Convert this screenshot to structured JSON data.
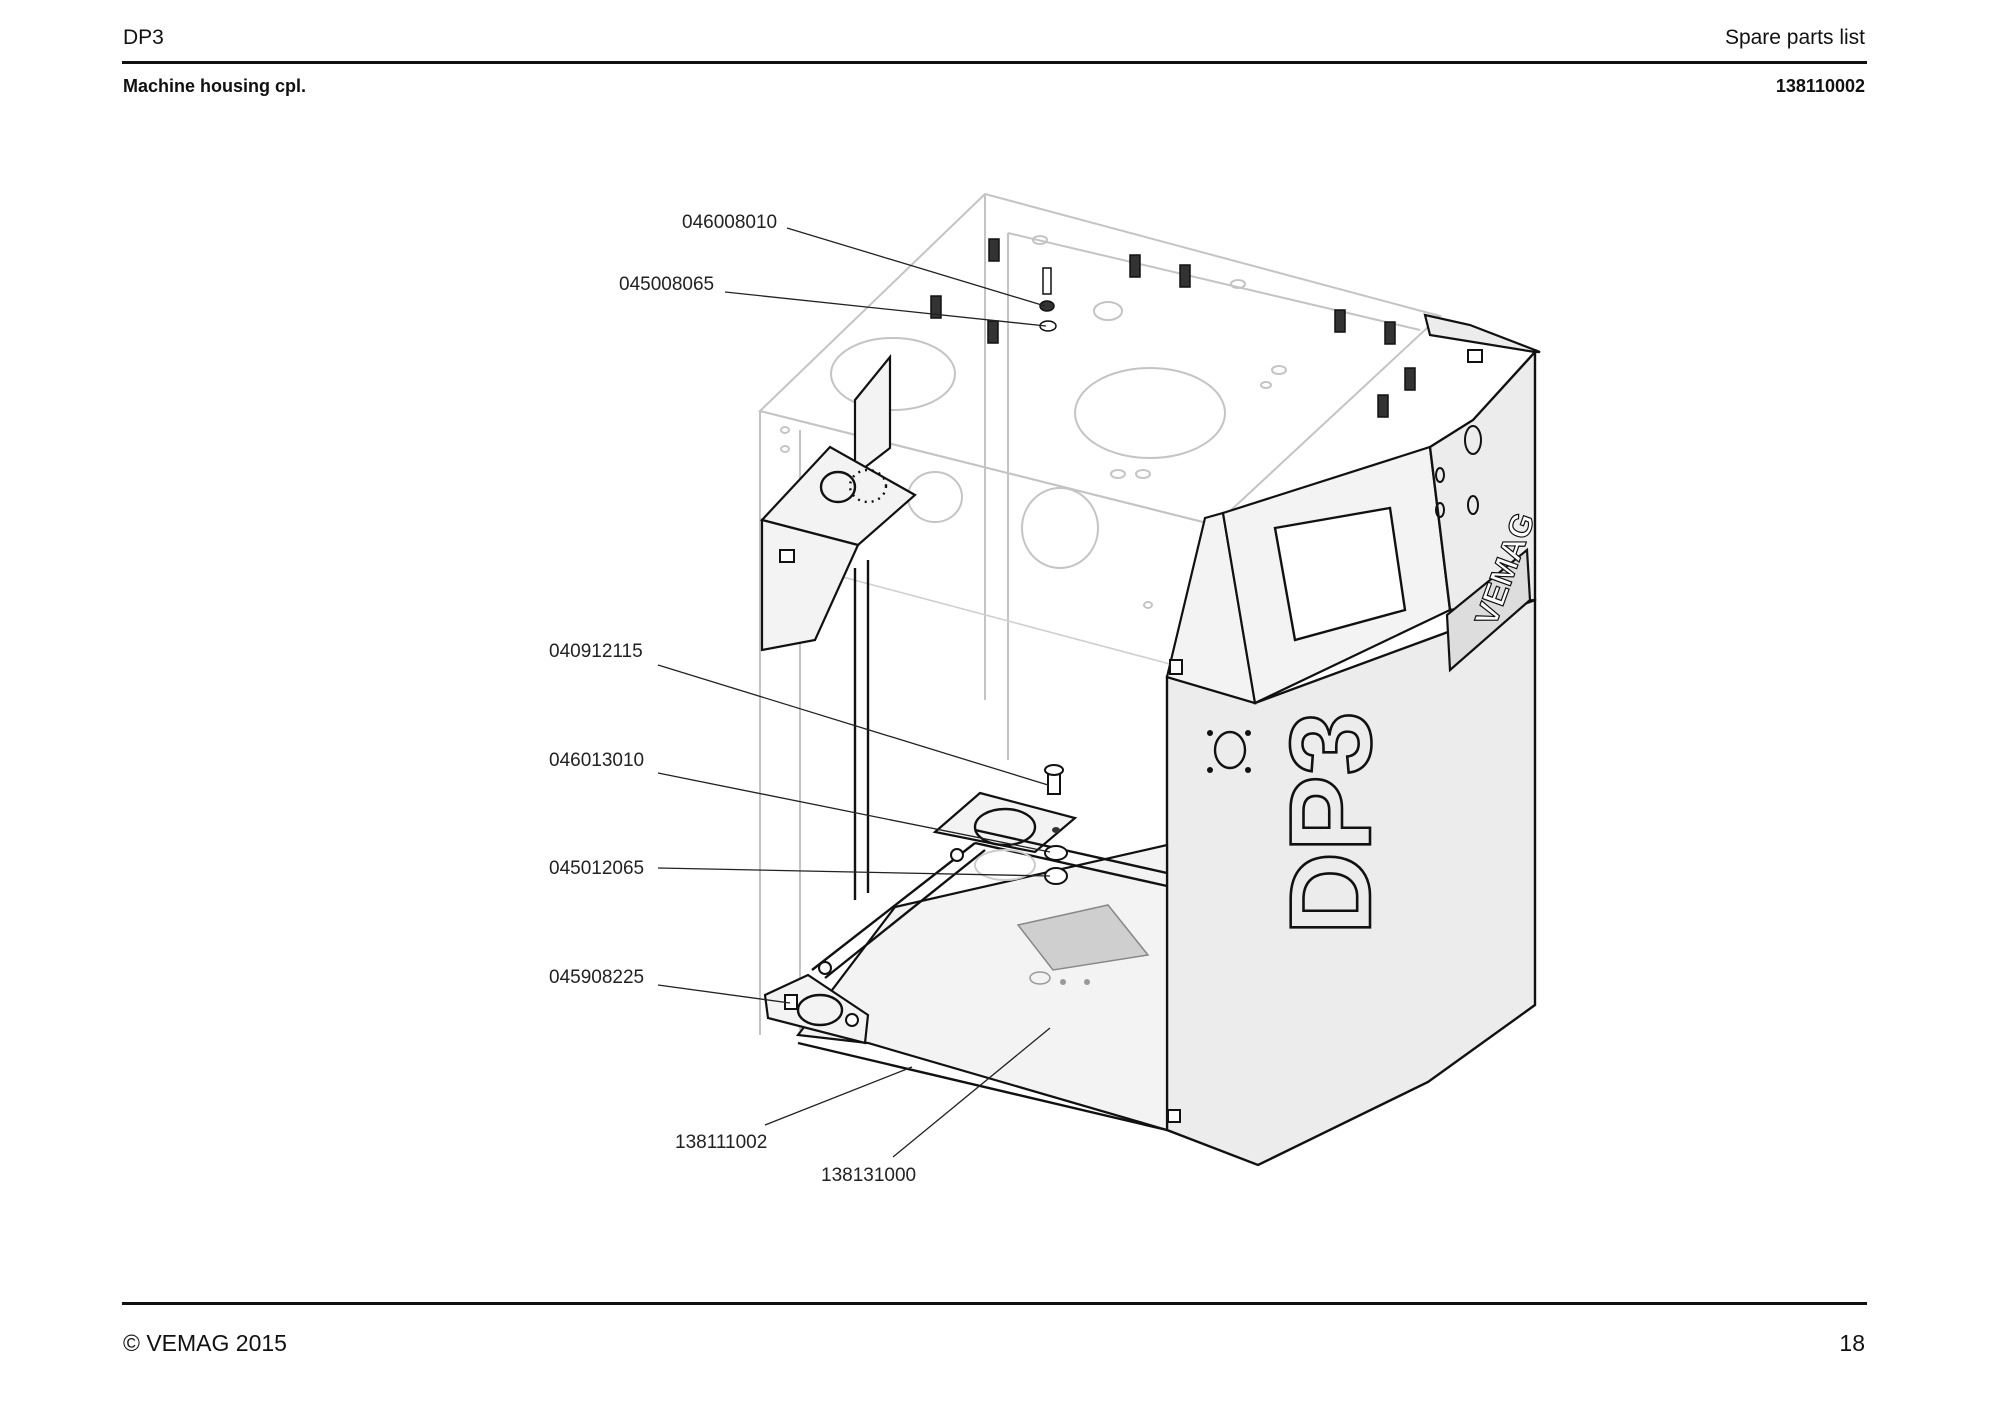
{
  "header": {
    "model": "DP3",
    "doc_type": "Spare parts list",
    "assembly_name": "Machine housing cpl.",
    "assembly_number": "138110002"
  },
  "footer": {
    "copyright": "© VEMAG 2015",
    "page_number": "18"
  },
  "drawing": {
    "housing_lettering": "DP3",
    "brand_logo": "VEMAG",
    "part_numbers": [
      "046008010",
      "045008065",
      "040912115",
      "046013010",
      "045012065",
      "045908225",
      "138111002",
      "138131000"
    ]
  }
}
